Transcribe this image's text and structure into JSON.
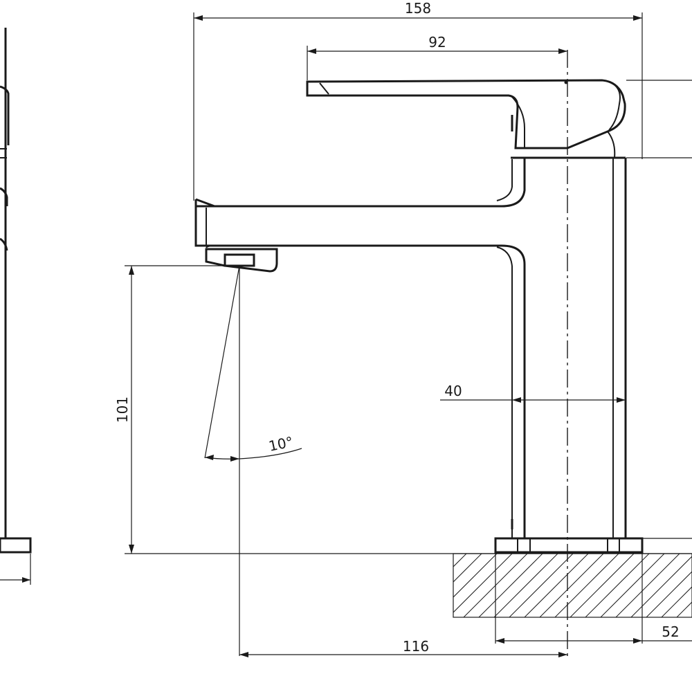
{
  "dimensions": {
    "overall_width": "158",
    "handle_reach": "92",
    "body_width": "40",
    "spout_height": "101",
    "spray_angle": "10°",
    "spout_projection": "116",
    "base_width": "52"
  },
  "colors": {
    "ink": "#1a1a1a",
    "background": "#ffffff"
  }
}
